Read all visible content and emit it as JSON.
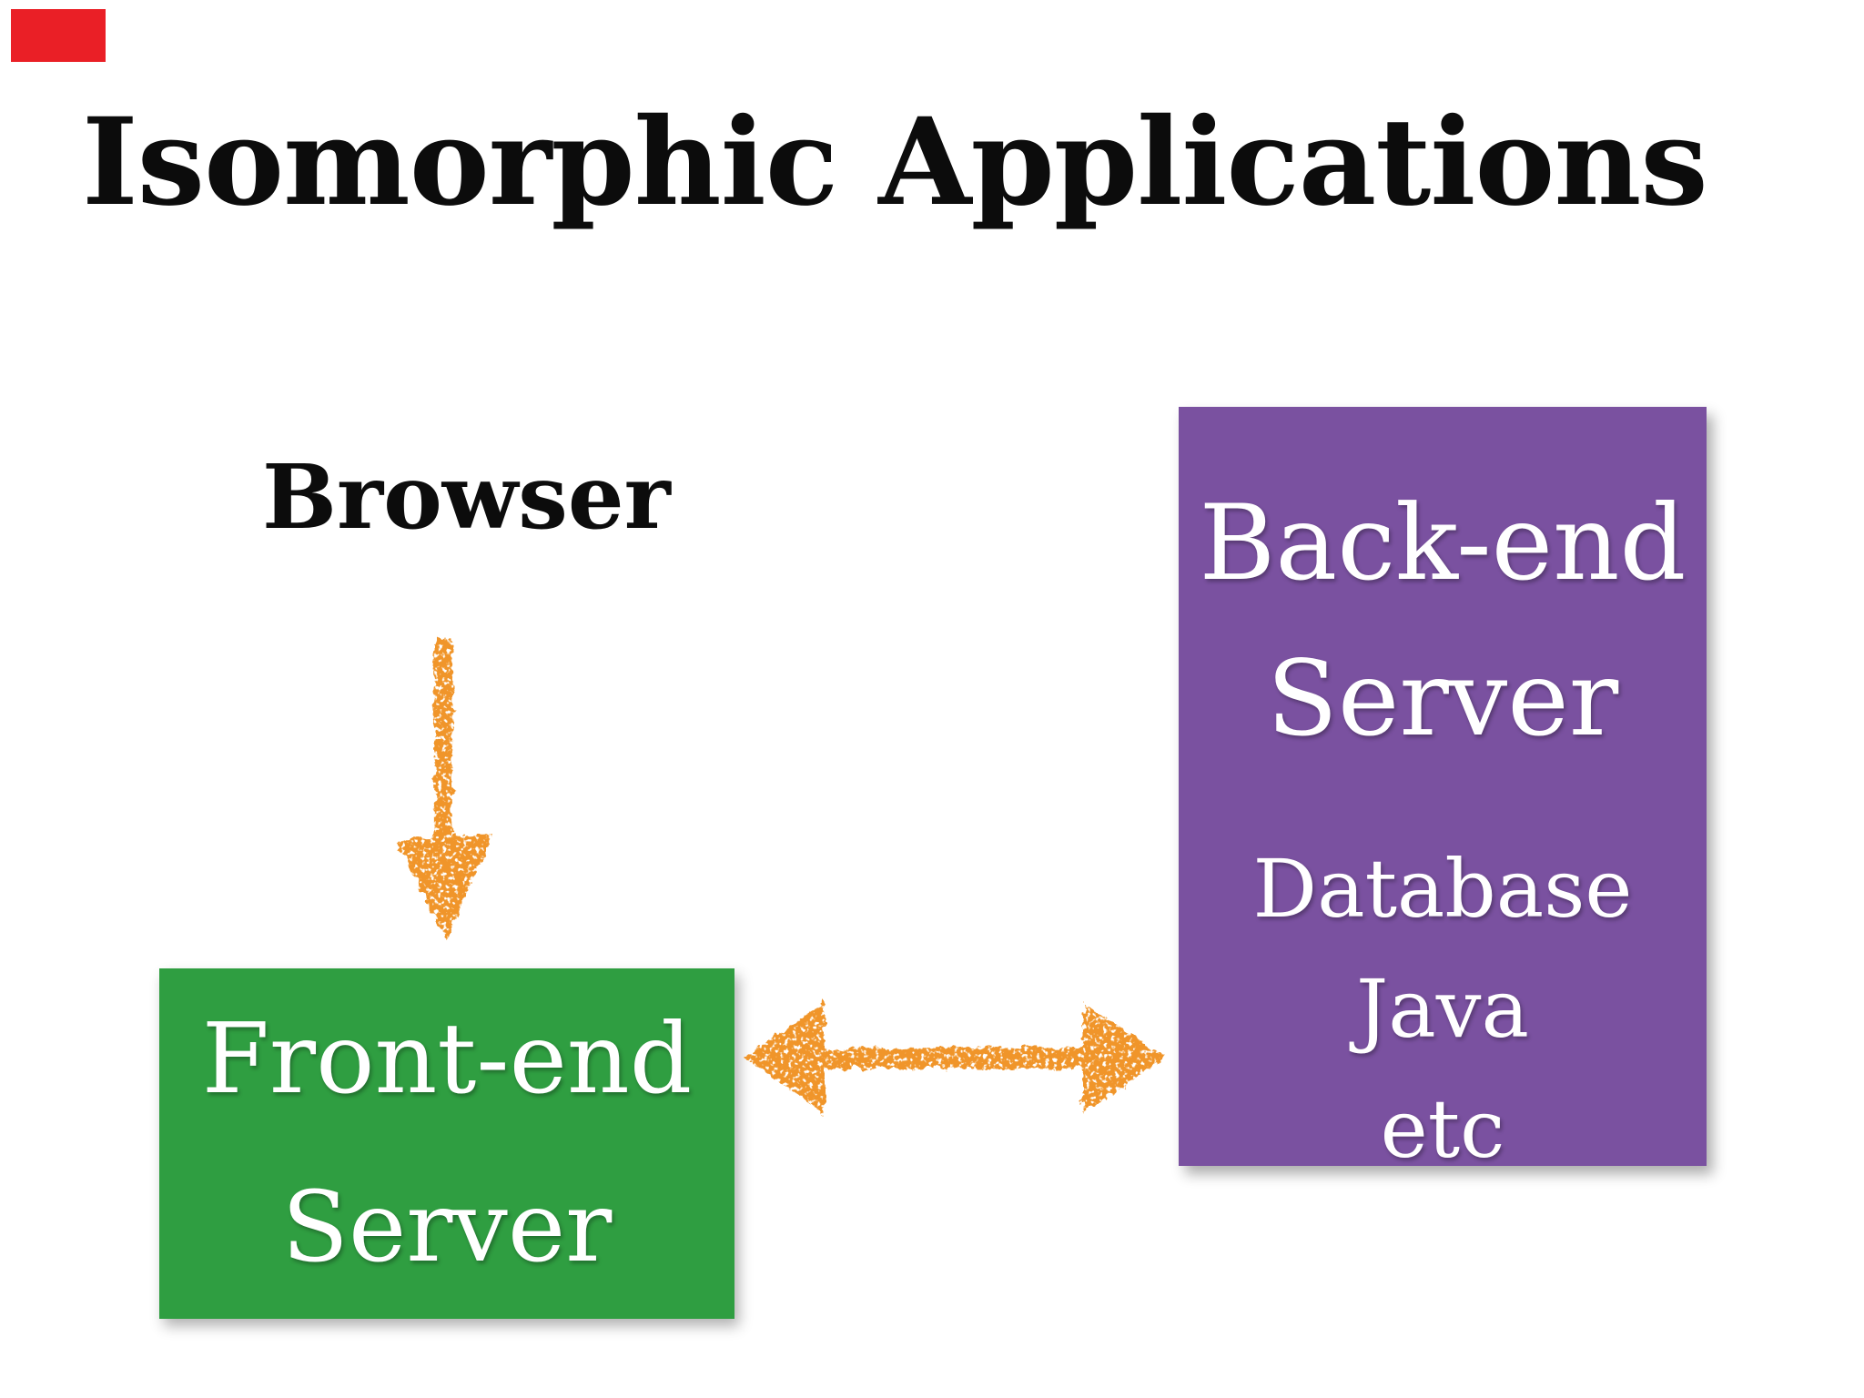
{
  "slide_title": "Isomorphic Applications",
  "labels": {
    "browser": "Browser"
  },
  "frontend_box": {
    "lines": [
      "Front-end",
      "Server"
    ]
  },
  "backend_box": {
    "lines": [
      "Back-end",
      "Server"
    ],
    "details": [
      "Database",
      "Java",
      "etc"
    ]
  },
  "icons": {
    "down_arrow": "down-arrow-icon",
    "double_arrow": "left-right-arrow-icon"
  },
  "colors": {
    "background": "#ffffff",
    "ink": "#0c0c0c",
    "box_text": "#ffffff",
    "green": "#2f9e41",
    "purple": "#7a51a0",
    "orange": "#f0952a",
    "marker_red": "#ea1f26"
  }
}
